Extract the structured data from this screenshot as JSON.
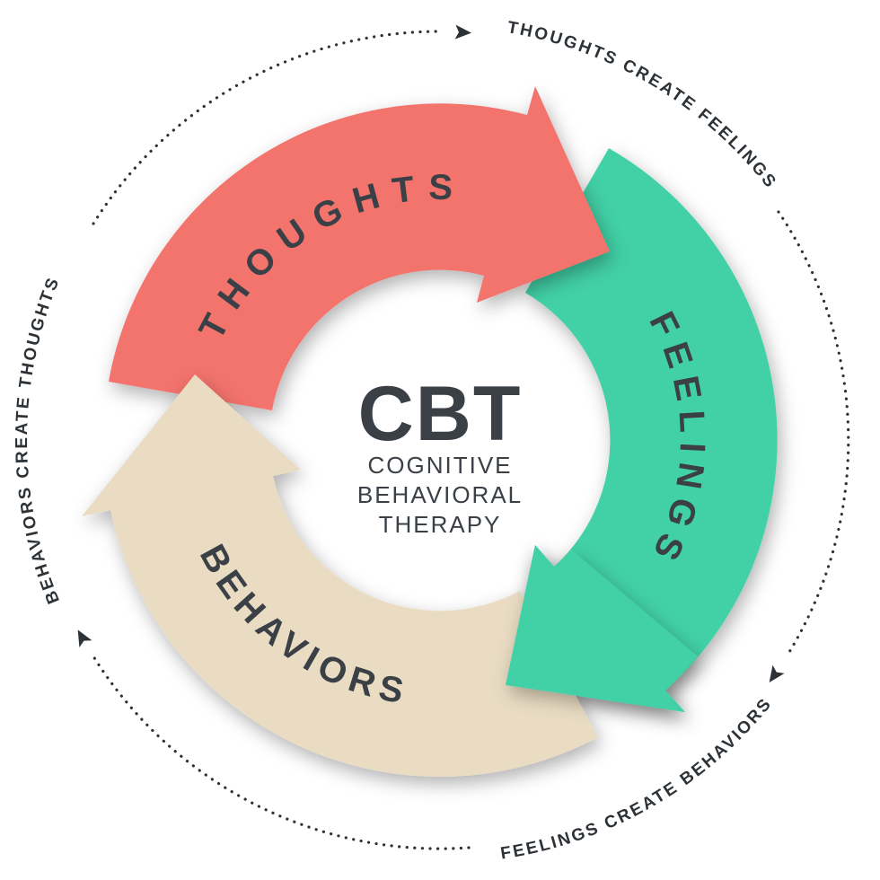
{
  "diagram": {
    "center": {
      "title": "CBT",
      "subtitle_lines": [
        "COGNITIVE",
        "BEHAVIORAL",
        "THERAPY"
      ]
    },
    "segments": [
      {
        "id": "thoughts",
        "label": "THOUGHTS",
        "color": "#f3736d"
      },
      {
        "id": "feelings",
        "label": "FEELINGS",
        "color": "#43d0a6"
      },
      {
        "id": "behaviors",
        "label": "BEHAVIORS",
        "color": "#e9dcc3"
      }
    ],
    "outer_captions": [
      {
        "id": "thoughts-create-feelings",
        "label": "THOUGHTS CREATE FEELINGS"
      },
      {
        "id": "feelings-create-behaviors",
        "label": "FEELINGS CREATE BEHAVIORS"
      },
      {
        "id": "behaviors-create-thoughts",
        "label": "BEHAVIORS CREATE THOUGHTS"
      }
    ],
    "colors": {
      "label_text": "#3a4045",
      "caption_text": "#2d3237",
      "dotted_ring": "#2d3237",
      "title_text": "#3a4045",
      "background": "#ffffff"
    }
  }
}
